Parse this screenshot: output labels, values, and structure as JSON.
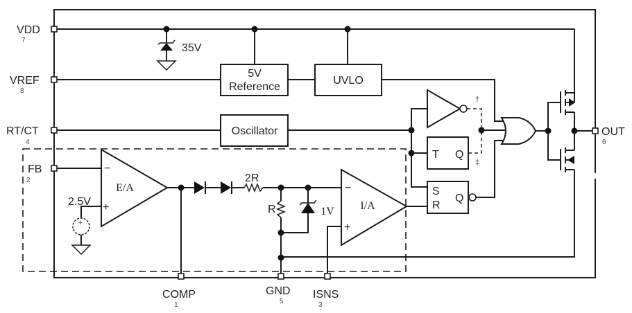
{
  "diagram": {
    "pins": {
      "vdd": {
        "name": "VDD",
        "number": "7"
      },
      "vref": {
        "name": "VREF",
        "number": "8"
      },
      "rtct": {
        "name": "RT/CT",
        "number": "4"
      },
      "fb": {
        "name": "FB",
        "number": "2"
      },
      "comp": {
        "name": "COMP",
        "number": "1"
      },
      "gnd": {
        "name": "GND",
        "number": "5"
      },
      "isns": {
        "name": "ISNS",
        "number": "3"
      },
      "out": {
        "name": "OUT",
        "number": "6"
      }
    },
    "blocks": {
      "reference_line1": "5V",
      "reference_line2": "Reference",
      "uvlo": "UVLO",
      "oscillator": "Oscillator",
      "error_amp": "E/A",
      "current_amp": "I/A",
      "toggle_t": "T",
      "toggle_q": "Q",
      "latch_s": "S",
      "latch_r": "R",
      "latch_q": "Q"
    },
    "components": {
      "zener_vdd": "35V",
      "ref_source": "2.5V",
      "resistor_2r": "2R",
      "resistor_r": "R",
      "zener_clamp": "1V",
      "minus": "−",
      "plus": "+",
      "dagger": "†",
      "double_dagger": "‡"
    }
  }
}
